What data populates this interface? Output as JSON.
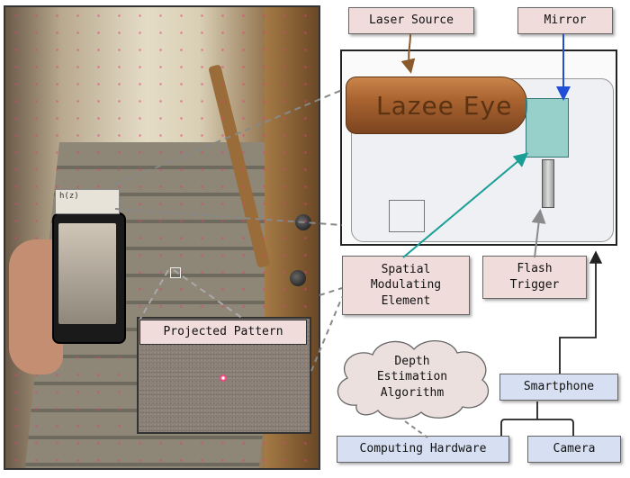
{
  "labels": {
    "laser_source": "Laser Source",
    "mirror": "Mirror",
    "spatial_modulating_element": "Spatial\nModulating\nElement",
    "flash_trigger": "Flash\nTrigger",
    "projected_pattern": "Projected Pattern",
    "depth_estimation_algorithm": "Depth\nEstimation\nAlgorithm",
    "smartphone": "Smartphone",
    "computing_hardware": "Computing Hardware",
    "camera": "Camera"
  },
  "device": {
    "engraving": "Lazee Eye",
    "attachment_text": "h(z)"
  },
  "colors": {
    "pink_box": "#f0dcdb",
    "blue_box": "#d6e0f2",
    "laser_arrow": "#8a5a2b",
    "mirror_arrow": "#1f4fd6",
    "sme_arrow": "#1a9e96",
    "trigger_arrow": "#8a8a8a"
  }
}
